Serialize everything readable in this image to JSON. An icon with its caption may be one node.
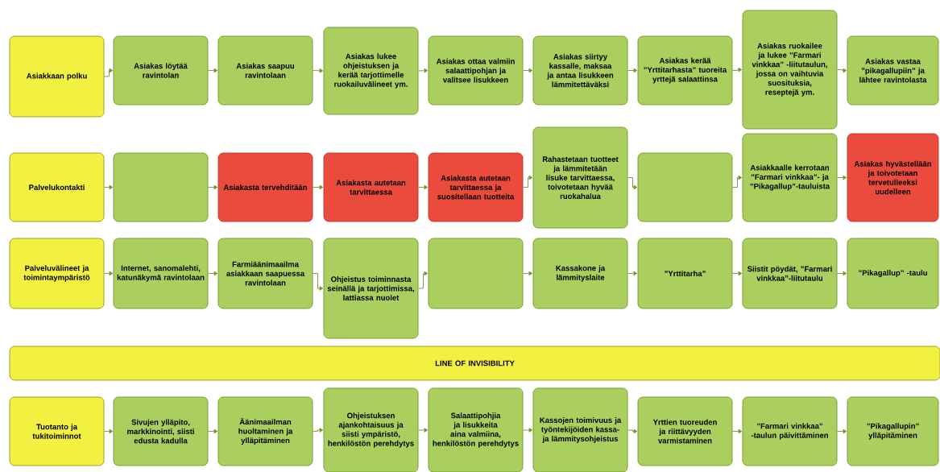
{
  "diagram": {
    "nodes": [
      {
        "text": [
          "Asiakkaan polku"
        ]
      },
      {
        "text": [
          "Asiakas löytää ravintolan"
        ]
      },
      {
        "text": [
          "Asiakas saapuu ravintolaan"
        ]
      },
      {
        "text": [
          "Asiakas lukee ohjeistuksen ja kerää tarjottimelle ruokailuvälineet ym."
        ]
      },
      {
        "text": [
          "Asiakas ottaa valmiin salaattipohjan ja valitsee lisukkeen"
        ]
      },
      {
        "text": [
          "Asiakas siirtyy kassalle, maksaa ja antaa lisukkeen lämmitettäväksi"
        ]
      },
      {
        "text": [
          "Asiakas kerää ”Yrttitarhasta” tuoreita yrttejä salaattinsa"
        ]
      },
      {
        "text": [
          "Asiakas ruokailee ja lukee ”Farmari vinkkaa” -liitutaulun, jossa on vaihtuvia suosituksia, reseptejä ym."
        ]
      },
      {
        "text": [
          "Asiakas vastaa ”pikagallupiin” ja lähtee ravintolasta"
        ]
      },
      {
        "text": [
          "Palvelukontakti"
        ]
      },
      {
        "text": [],
        "shape": "box"
      },
      {
        "text": [
          "Asiakasta tervehditään"
        ]
      },
      {
        "text": [
          "Asiakasta autetaan tarvittaessa"
        ]
      },
      {
        "text": [
          "Asiakasta autetaan tarvittaessa ja suositellaan tuotteita"
        ]
      },
      {
        "text": [
          "Rahastetaan tuotteet ja lämmitetään lisuke tarvittaessa, toivotetaan hyvää ruokahalua"
        ]
      },
      {
        "text": [],
        "shape": "box"
      },
      {
        "text": [
          "Asiakkaalle kerrotaan ”Farmari vinkkaa”- ja ”Pikagallup”-tauluista"
        ]
      },
      {
        "text": [
          "Asiakas hyvästellään ja toivotetaan tervetulleeksi uudelleen"
        ]
      },
      {
        "text": [
          "Palveluvälineet ja toimintaympäristö"
        ]
      },
      {
        "text": [
          "Internet, sanomalehti, katunäkymä ravintolaan"
        ]
      },
      {
        "text": [
          "Farmiäänimaailma asiakkaan saapuessa ravintolaan"
        ]
      },
      {
        "text": [
          "Ohjeistus toiminnasta seinällä ja tarjottimissa, lattiassa nuolet"
        ]
      },
      {
        "text": [],
        "shape": "box"
      },
      {
        "text": [
          "Kassakone ja lämmityslaite"
        ]
      },
      {
        "text": [
          "”Yrttitarha”"
        ]
      },
      {
        "text": [
          "Siistit pöydät, ”Farmari vinkkaa”-liitutaulu"
        ]
      },
      {
        "text": [
          "”Pikagallup” -taulu"
        ]
      },
      {
        "text": [
          "LINE OF INVISIBILITY"
        ]
      },
      {
        "text": [
          "Tuotanto ja tukitoiminnot"
        ]
      },
      {
        "text": [
          "Sivujen ylläpito, markkinointi, siisti edusta kadulla"
        ]
      },
      {
        "text": [
          "Äänimaailman huoltaminen ja ylläpitäminen"
        ]
      },
      {
        "text": [
          "Ohjeistuksen ajankohtaisuus ja siisti ympäristö, henkilöstön perehdytys"
        ]
      },
      {
        "text": [
          "Salaattipohjia ja lisukkeita aina valmiina, henkilöstön perehdytys"
        ]
      },
      {
        "text": [
          "Kassojen toimivuus ja työntekijöiden kassa- ja lämmitysohjeistus"
        ]
      },
      {
        "text": [
          "Yrttien tuoreuden ja riittävyyden varmistaminen"
        ]
      },
      {
        "text": [
          "”Farmari vinkkaa” -taulun päivittäminen"
        ]
      },
      {
        "text": [
          "”Pikagallupin” ylläpitäminen"
        ]
      }
    ],
    "edges": [
      {
        "from": 0,
        "to": 1,
        "arrow": "to"
      },
      {
        "from": 1,
        "to": 2,
        "arrow": "to"
      },
      {
        "from": 2,
        "to": 3,
        "arrow": "to"
      },
      {
        "from": 3,
        "to": 4,
        "arrow": "to"
      },
      {
        "from": 4,
        "to": 5,
        "arrow": "to"
      },
      {
        "from": 5,
        "to": 6,
        "arrow": "to"
      },
      {
        "from": 6,
        "to": 7,
        "arrow": "to"
      },
      {
        "from": 7,
        "to": 8,
        "arrow": "to"
      },
      {
        "from": 9,
        "to": 10,
        "arrow": "to"
      },
      {
        "from": 10,
        "to": 11,
        "arrow": "to"
      },
      {
        "from": 11,
        "to": 12,
        "arrow": "to"
      },
      {
        "from": 12,
        "to": 13,
        "arrow": "to"
      },
      {
        "from": 13,
        "to": 14,
        "arrow": "to"
      },
      {
        "from": 14,
        "to": 15,
        "arrow": "to"
      },
      {
        "from": 15,
        "to": 16,
        "arrow": "to"
      },
      {
        "from": 16,
        "to": 17,
        "arrow": "to"
      },
      {
        "from": 18,
        "to": 19,
        "arrow": "to"
      },
      {
        "from": 19,
        "to": 20,
        "arrow": "to"
      },
      {
        "from": 20,
        "to": 21,
        "arrow": "to"
      },
      {
        "from": 21,
        "to": 22,
        "arrow": "to"
      },
      {
        "from": 22,
        "to": 23,
        "arrow": "to"
      },
      {
        "from": 23,
        "to": 24,
        "arrow": "to"
      },
      {
        "from": 24,
        "to": 25,
        "arrow": "to"
      },
      {
        "from": 25,
        "to": 26,
        "arrow": "to"
      },
      {
        "from": 28,
        "to": 29,
        "arrow": "to"
      },
      {
        "from": 29,
        "to": 30,
        "arrow": "to"
      },
      {
        "from": 30,
        "to": 31,
        "arrow": "to"
      },
      {
        "from": 31,
        "to": 32,
        "arrow": "to"
      },
      {
        "from": 32,
        "to": 33,
        "arrow": "to"
      },
      {
        "from": 33,
        "to": 34,
        "arrow": "to"
      },
      {
        "from": 34,
        "to": 35,
        "arrow": "to"
      },
      {
        "from": 35,
        "to": 36,
        "arrow": "to"
      }
    ]
  }
}
